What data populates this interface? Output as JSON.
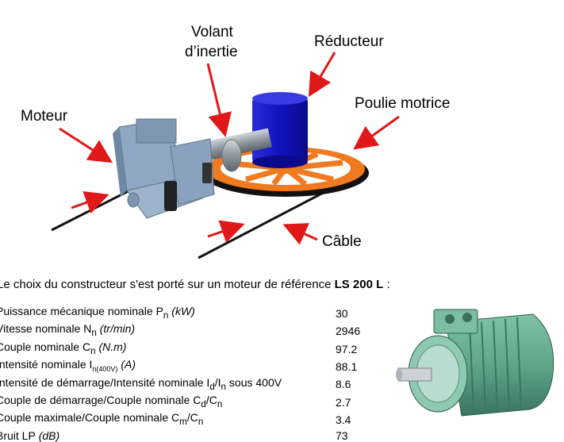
{
  "labels": {
    "moteur": "Moteur",
    "volant_line1": "Volant",
    "volant_line2": "d’inertie",
    "reducteur": "Réducteur",
    "poulie": "Poulie motrice",
    "cable": "Câble"
  },
  "intro": {
    "text": "Le choix du constructeur s'est porté sur un moteur de référence ",
    "reference": "LS 200 L",
    "suffix": " :"
  },
  "specs": [
    {
      "name": "Puissance mécanique nominale P",
      "sub": "n",
      "unit": " (kW)",
      "value": "30"
    },
    {
      "name": "Vitesse nominale N",
      "sub": "n",
      "unit": " (tr/min)",
      "value": "2946"
    },
    {
      "name": "Couple nominale C",
      "sub": "n",
      "unit": " (N.m)",
      "value": "97.2"
    },
    {
      "name": "Intensité nominale I",
      "sub": "n(400V)",
      "unit": " (A)",
      "value": "88.1"
    },
    {
      "name": "Intensité de démarrage/Intensité nominale I",
      "sub": "d",
      "mid": "/I",
      "sub2": "n",
      "tail": " sous 400V",
      "value": "8.6"
    },
    {
      "name": "Couple de démarrage/Couple nominale C",
      "sub": "d",
      "mid": "/C",
      "sub2": "n",
      "value": "2.7"
    },
    {
      "name": "Couple maximale/Couple nominale C",
      "sub": "m",
      "mid": "/C",
      "sub2": "n",
      "value": "3.4"
    },
    {
      "name": "Bruit LP",
      "unit": " (dB)",
      "value": "73"
    }
  ],
  "colors": {
    "motor_blue_grey": "#8fa7c2",
    "reducer_blue": "#1010cc",
    "pulley_orange": "#f07a20",
    "arrow_red": "#e01818",
    "photo_motor_green": "#5fa58a"
  }
}
